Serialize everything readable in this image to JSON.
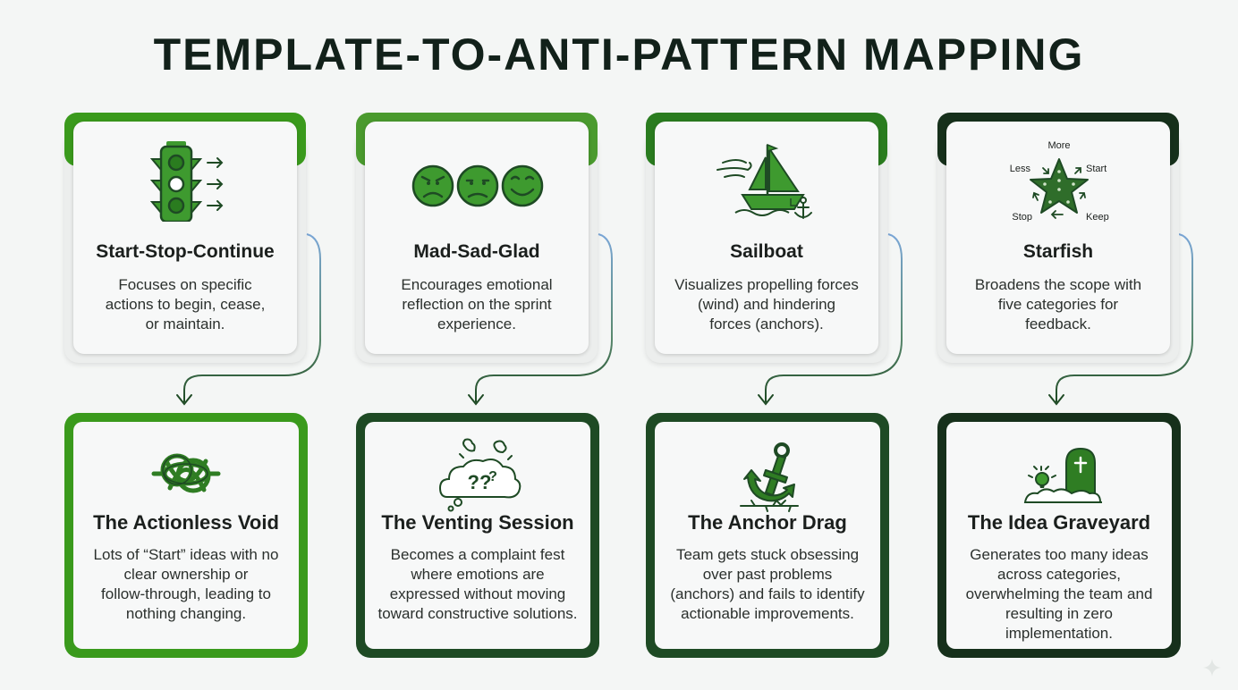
{
  "page": {
    "title": "TEMPLATE-TO-ANTI-PATTERN MAPPING"
  },
  "colors": {
    "bright_green": "#3a9a1c",
    "mid_green": "#2a7c1f",
    "dark_green": "#1e4a24",
    "darkest_green": "#16301b",
    "icon_green": "#3e9a2f",
    "connector_blue": "#7aa6d6"
  },
  "templates": [
    {
      "icon": "traffic-light-icon",
      "title": "Start-Stop-Continue",
      "desc_lines": [
        "Focuses on specific",
        "actions to begin, cease,",
        "or maintain."
      ]
    },
    {
      "icon": "emotion-faces-icon",
      "title": "Mad-Sad-Glad",
      "desc_lines": [
        "Encourages emotional",
        "reflection on the sprint",
        "experience."
      ]
    },
    {
      "icon": "sailboat-icon",
      "title": "Sailboat",
      "desc_lines": [
        "Visualizes propelling forces",
        "(wind) and hindering",
        "forces (anchors)."
      ]
    },
    {
      "icon": "starfish-icon",
      "title": "Starfish",
      "icon_labels": {
        "more": "More",
        "less": "Less",
        "start": "Start",
        "stop": "Stop",
        "keep": "Keep"
      },
      "desc_lines": [
        "Broadens the scope with",
        "five categories for",
        "feedback."
      ]
    }
  ],
  "anti_patterns": [
    {
      "icon": "tangled-knot-icon",
      "title": "The Actionless Void",
      "desc_lines": [
        "Lots of “Start” ideas with no",
        "clear ownership or",
        "follow-through, leading to",
        "nothing changing."
      ]
    },
    {
      "icon": "venting-cloud-icon",
      "title": "The Venting Session",
      "desc_lines": [
        "Becomes a complaint fest",
        "where emotions are",
        "expressed without moving",
        "toward constructive solutions."
      ]
    },
    {
      "icon": "sinking-anchor-icon",
      "title": "The Anchor Drag",
      "desc_lines": [
        "Team gets stuck obsessing",
        "over past problems",
        "(anchors) and fails to identify",
        "actionable improvements."
      ]
    },
    {
      "icon": "idea-graveyard-icon",
      "title": "The Idea Graveyard",
      "desc_lines": [
        "Generates too many ideas",
        "across categories,",
        "overwhelming the team and",
        "resulting in zero",
        "implementation."
      ]
    }
  ]
}
